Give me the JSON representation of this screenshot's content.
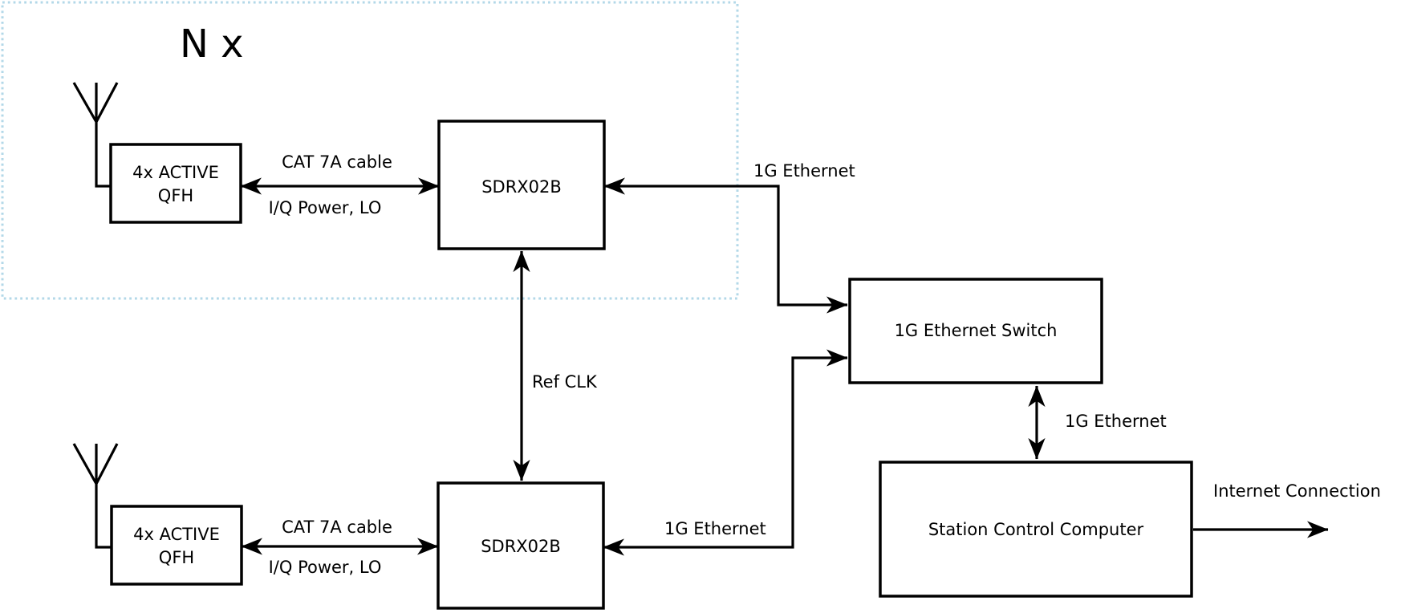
{
  "diagram": {
    "replication": {
      "label": "N x"
    },
    "nodes": {
      "qfh_top": {
        "label_line1": "4x ACTIVE",
        "label_line2": "QFH"
      },
      "qfh_bottom": {
        "label_line1": "4x ACTIVE",
        "label_line2": "QFH"
      },
      "sdrx_top": {
        "label": "SDRX02B"
      },
      "sdrx_bottom": {
        "label": "SDRX02B"
      },
      "ethernet_switch": {
        "label": "1G Ethernet Switch"
      },
      "station_computer": {
        "label": "Station Control Computer"
      }
    },
    "edges": {
      "cat7a_top": {
        "label_above": "CAT 7A cable",
        "label_below": "I/Q Power, LO"
      },
      "cat7a_bottom": {
        "label_above": "CAT 7A cable",
        "label_below": "I/Q Power, LO"
      },
      "eth_sdrx_top": {
        "label": "1G Ethernet"
      },
      "eth_sdrx_bottom": {
        "label": "1G Ethernet"
      },
      "eth_switch_computer": {
        "label": "1G Ethernet"
      },
      "ref_clk": {
        "label": "Ref CLK"
      },
      "internet": {
        "label": "Internet Connection"
      }
    },
    "colors": {
      "line": "#000000",
      "replication_border": "#b3d8e8",
      "replication_text": "#a9d0e4"
    }
  }
}
